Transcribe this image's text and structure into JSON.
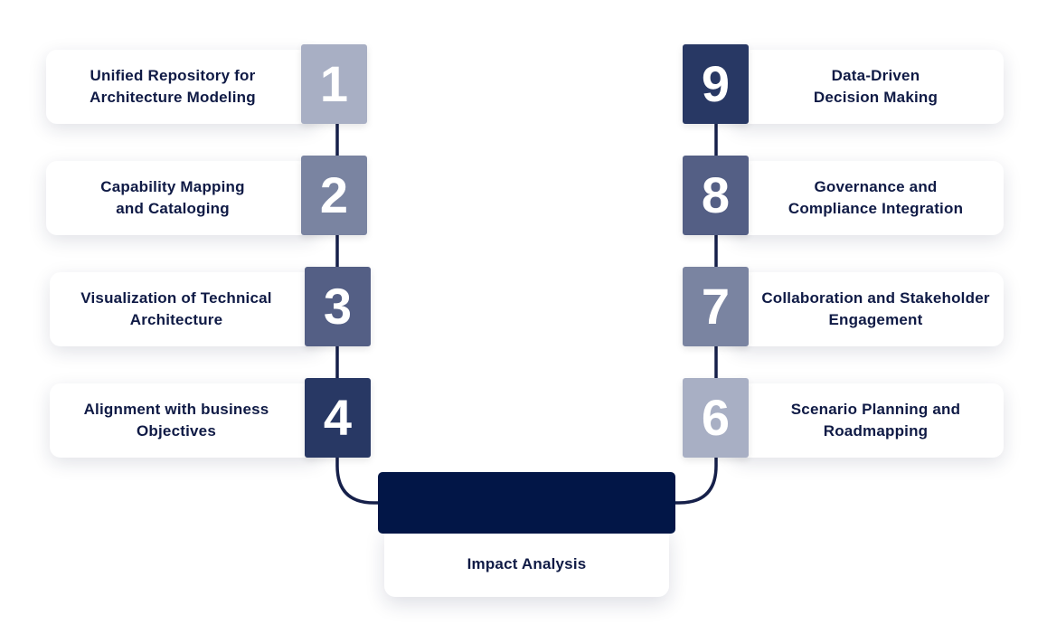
{
  "colors": {
    "line": "#16204a",
    "hub": "#021647",
    "shade_lightest": "#a8afc4",
    "shade_light": "#7a84a1",
    "shade_medium": "#545f85",
    "shade_dark": "#283864"
  },
  "left_steps": [
    {
      "number": "1",
      "label": "Unified Repository for\nArchitecture Modeling",
      "color": "#a8afc4"
    },
    {
      "number": "2",
      "label": "Capability Mapping\nand Cataloging",
      "color": "#7a84a1"
    },
    {
      "number": "3",
      "label": "Visualization of Technical\nArchitecture",
      "color": "#545f85"
    },
    {
      "number": "4",
      "label": "Alignment with business\nObjectives",
      "color": "#283864"
    }
  ],
  "right_steps": [
    {
      "number": "9",
      "label": "Data-Driven\nDecision Making",
      "color": "#283864"
    },
    {
      "number": "8",
      "label": "Governance and\nCompliance Integration",
      "color": "#545f85"
    },
    {
      "number": "7",
      "label": "Collaboration and Stakeholder\nEngagement",
      "color": "#7a84a1"
    },
    {
      "number": "6",
      "label": "Scenario Planning and\nRoadmapping",
      "color": "#a8afc4"
    }
  ],
  "hub": {
    "label": "Impact Analysis"
  }
}
